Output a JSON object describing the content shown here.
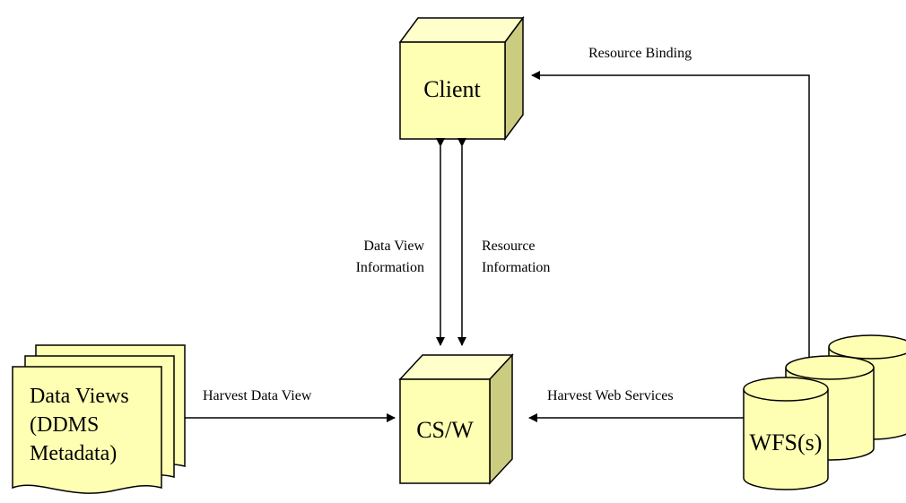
{
  "nodes": {
    "client": "Client",
    "csw": "CS/W",
    "wfs": "WFS(s)",
    "data_views": [
      "Data Views",
      "(DDMS",
      "Metadata)"
    ]
  },
  "edges": {
    "resource_binding": "Resource Binding",
    "data_view_information": [
      "Data View",
      "Information"
    ],
    "resource_information": [
      "Resource",
      "Information"
    ],
    "harvest_data_view": "Harvest Data View",
    "harvest_web_services": "Harvest Web Services"
  },
  "colors": {
    "node_fill": "#ffffb3",
    "node_side": "#cccc80",
    "node_top": "#ffffcc",
    "stroke": "#000000"
  }
}
